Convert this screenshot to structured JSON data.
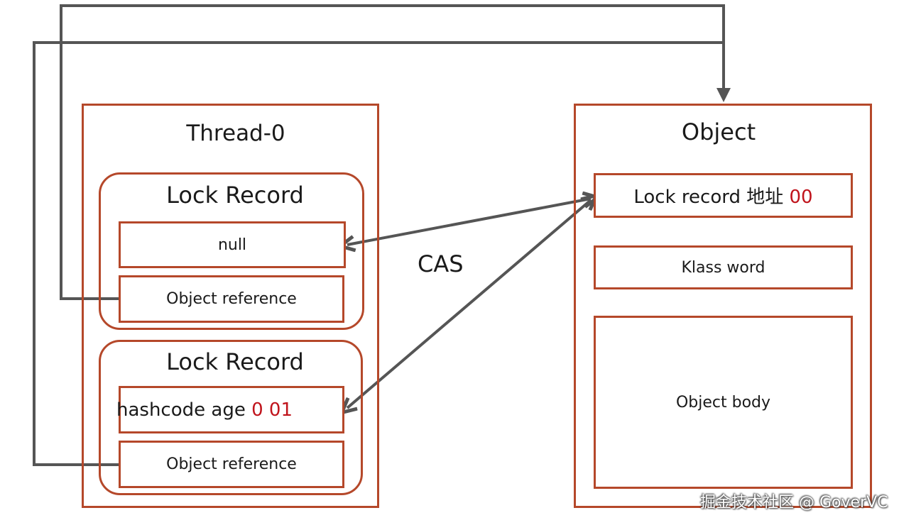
{
  "thread": {
    "title": "Thread-0",
    "lock_records": [
      {
        "title": "Lock Record",
        "value": "null",
        "reference": "Object reference"
      },
      {
        "title": "Lock Record",
        "value_prefix": "hashcode age ",
        "value_bits": "0 01",
        "reference": "Object reference"
      }
    ]
  },
  "cas_label": "CAS",
  "object": {
    "title": "Object",
    "mark_word_prefix": "Lock record 地址 ",
    "mark_word_bits": "00",
    "klass_word": "Klass word",
    "body": "Object body"
  },
  "watermark": "掘金技术社区 @ GoverVC",
  "colors": {
    "border": "#b5482a",
    "bits": "#c0141c",
    "connector": "#555555"
  }
}
